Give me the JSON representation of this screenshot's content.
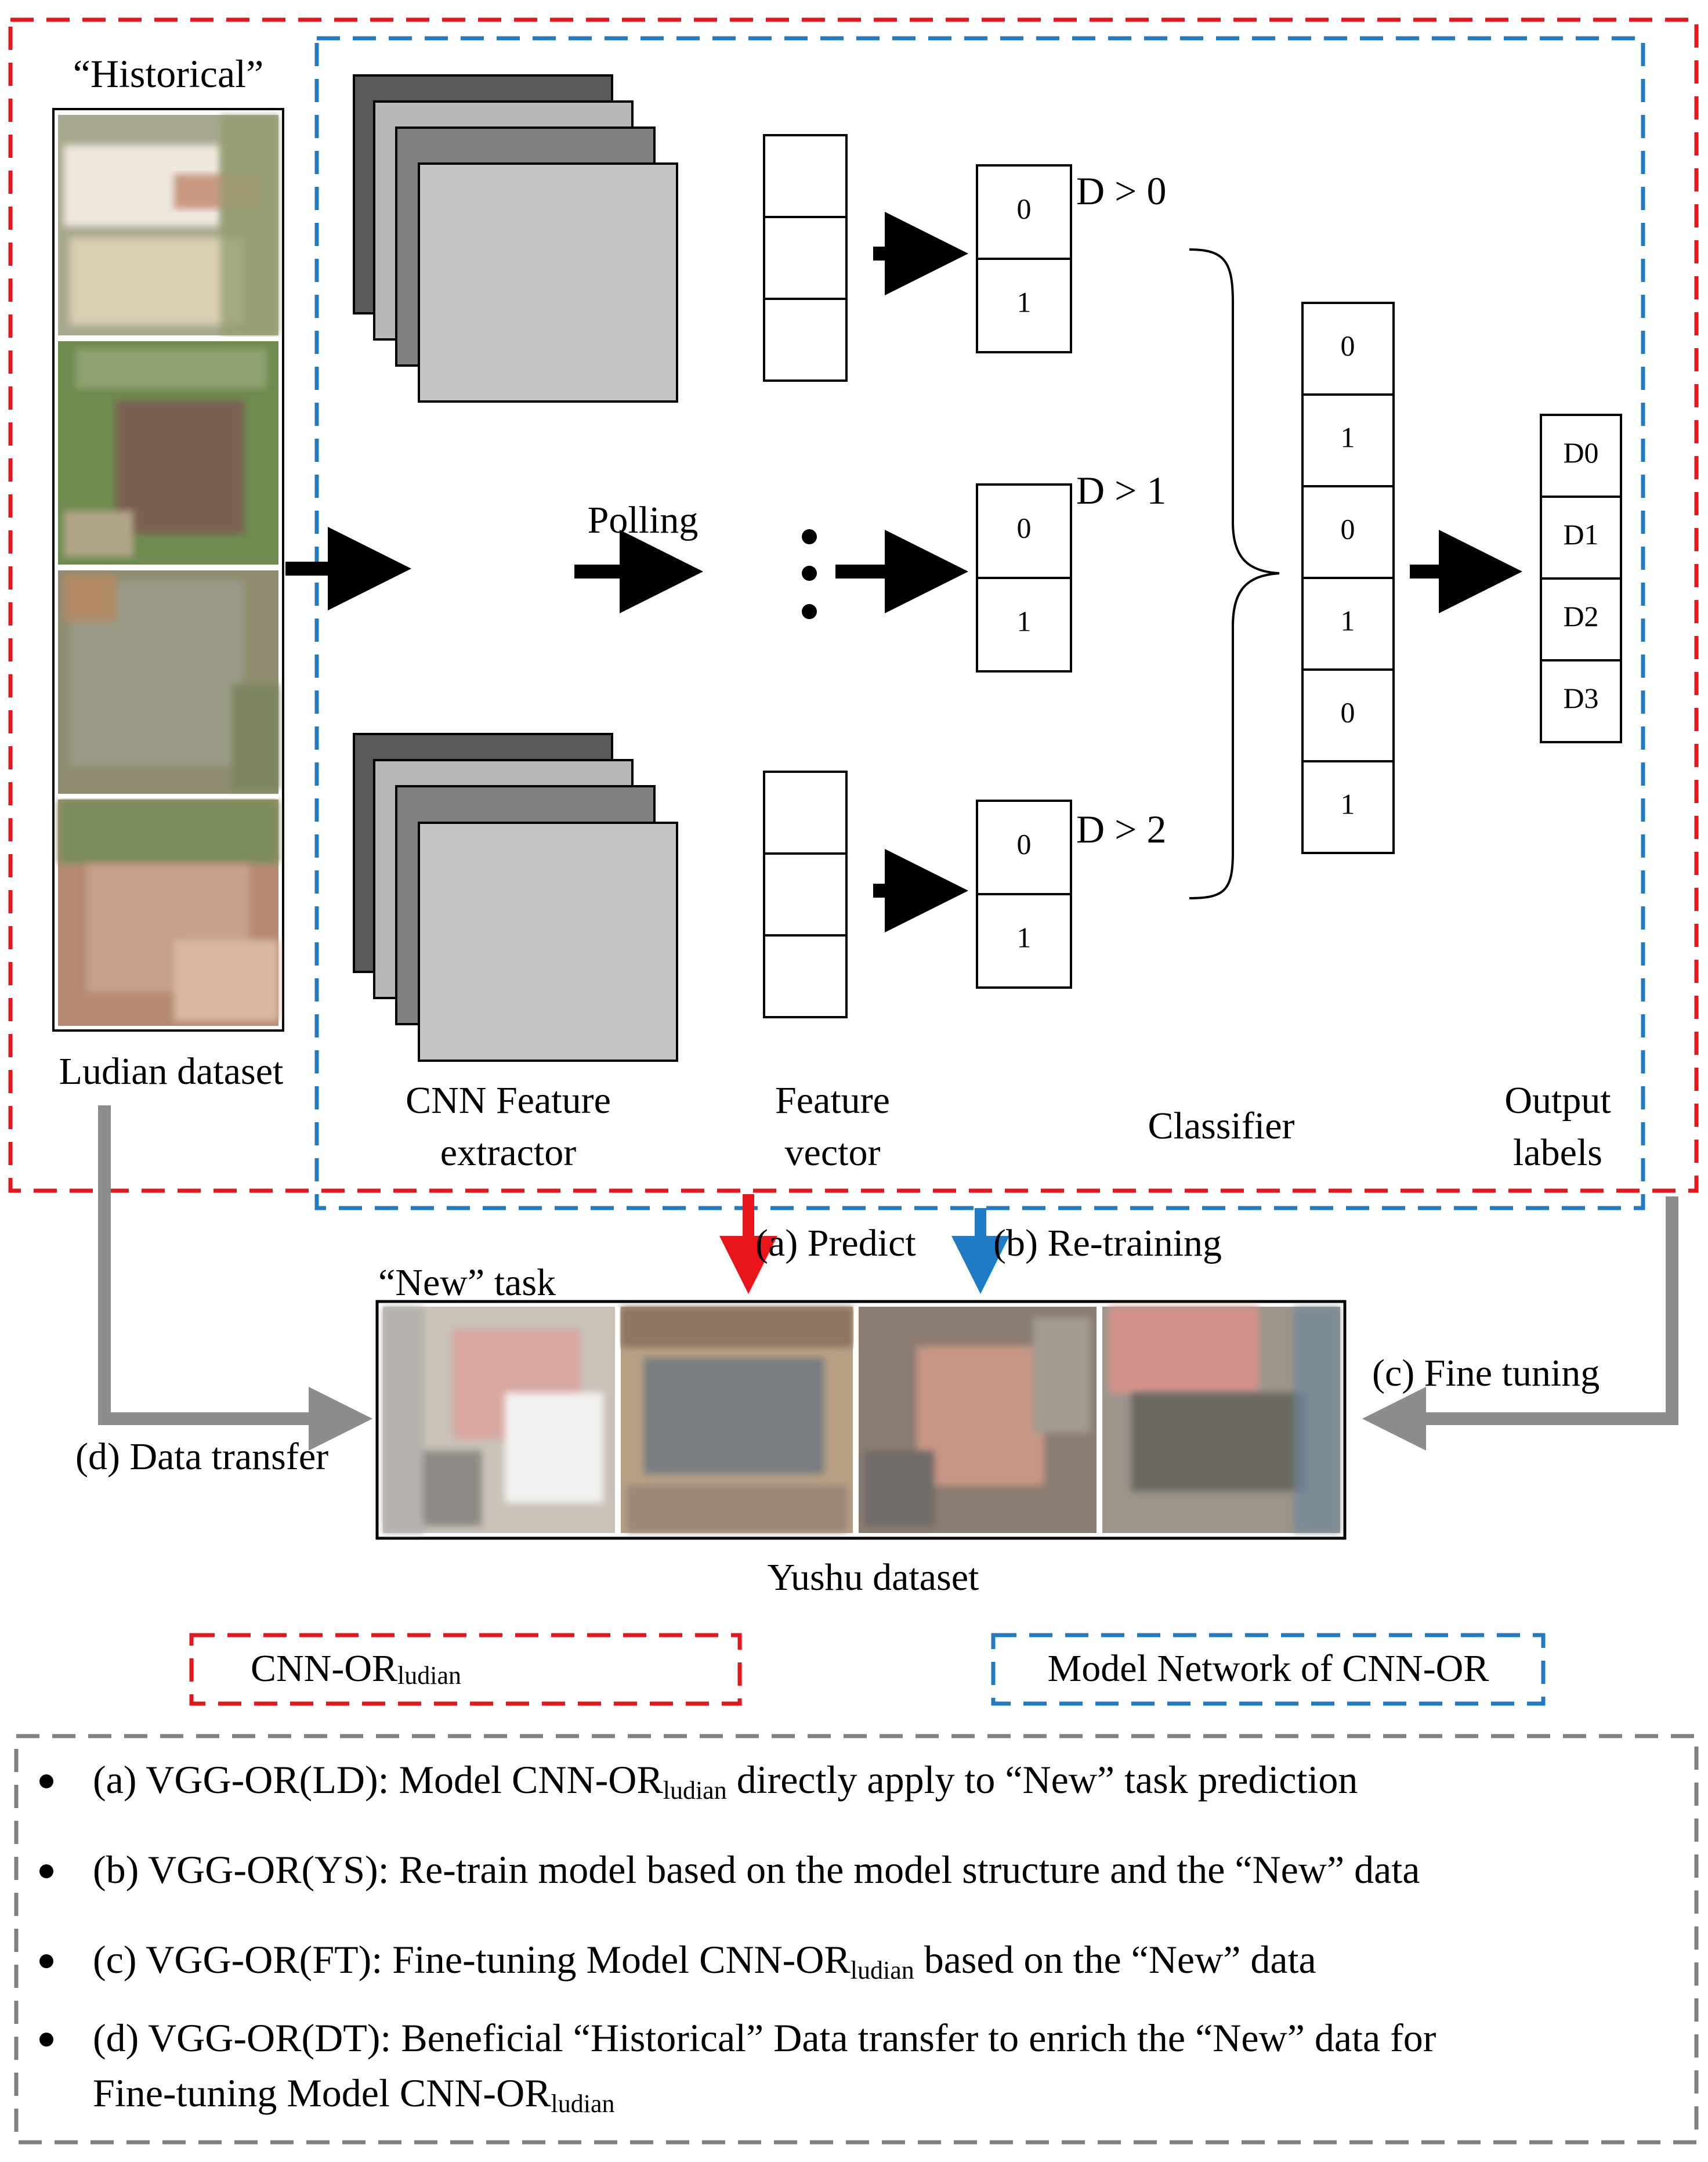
{
  "historical_label": "“Historical”",
  "ludian_dataset_label": "Ludian dataset",
  "polling_label": "Polling",
  "cnn_feature_extractor_label": [
    "CNN Feature",
    "extractor"
  ],
  "feature_vector_label": [
    "Feature",
    "vector"
  ],
  "classifier_label": "Classifier",
  "output_labels_label": [
    "Output",
    "labels"
  ],
  "thresholds": [
    "D > 0",
    "D > 1",
    "D > 2"
  ],
  "binary_cells": [
    "0",
    "1"
  ],
  "classifier_cells": [
    "0",
    "1",
    "0",
    "1",
    "0",
    "1"
  ],
  "output_cells": [
    "D0",
    "D1",
    "D2",
    "D3"
  ],
  "predict_label": "(a) Predict",
  "retraining_label": "(b) Re-training",
  "fine_tuning_label": "(c) Fine tuning",
  "data_transfer_label": "(d) Data transfer",
  "new_task_label": "“New” task",
  "yushu_dataset_label": "Yushu dataset",
  "legend": {
    "red_main": "CNN-OR",
    "red_sub": "ludian",
    "blue": "Model Network of CNN-OR"
  },
  "bullets": [
    {
      "text": "(a) VGG-OR(LD): Model CNN-OR",
      "sub": "ludian",
      "tail": " directly apply to “New” task prediction"
    },
    {
      "text": "(b) VGG-OR(YS): Re-train model based on the model structure and the “New” data",
      "sub": "",
      "tail": ""
    },
    {
      "text": "(c) VGG-OR(FT): Fine-tuning Model CNN-OR",
      "sub": "ludian",
      "tail": " based on the “New” data"
    },
    {
      "text": "(d) VGG-OR(DT): Beneficial “Historical” Data transfer to enrich the “New” data for",
      "sub": "",
      "tail": ""
    },
    {
      "text": "Fine-tuning Model CNN-OR",
      "sub": "ludian",
      "tail": ""
    }
  ],
  "colors": {
    "red_dashed": "#e8161b",
    "blue_dashed": "#1f7cc4",
    "gray_dashed": "#808080",
    "gray_arrow": "#8c8c8c",
    "red_arrow": "#e8161b",
    "blue_arrow": "#1f7cc4"
  }
}
